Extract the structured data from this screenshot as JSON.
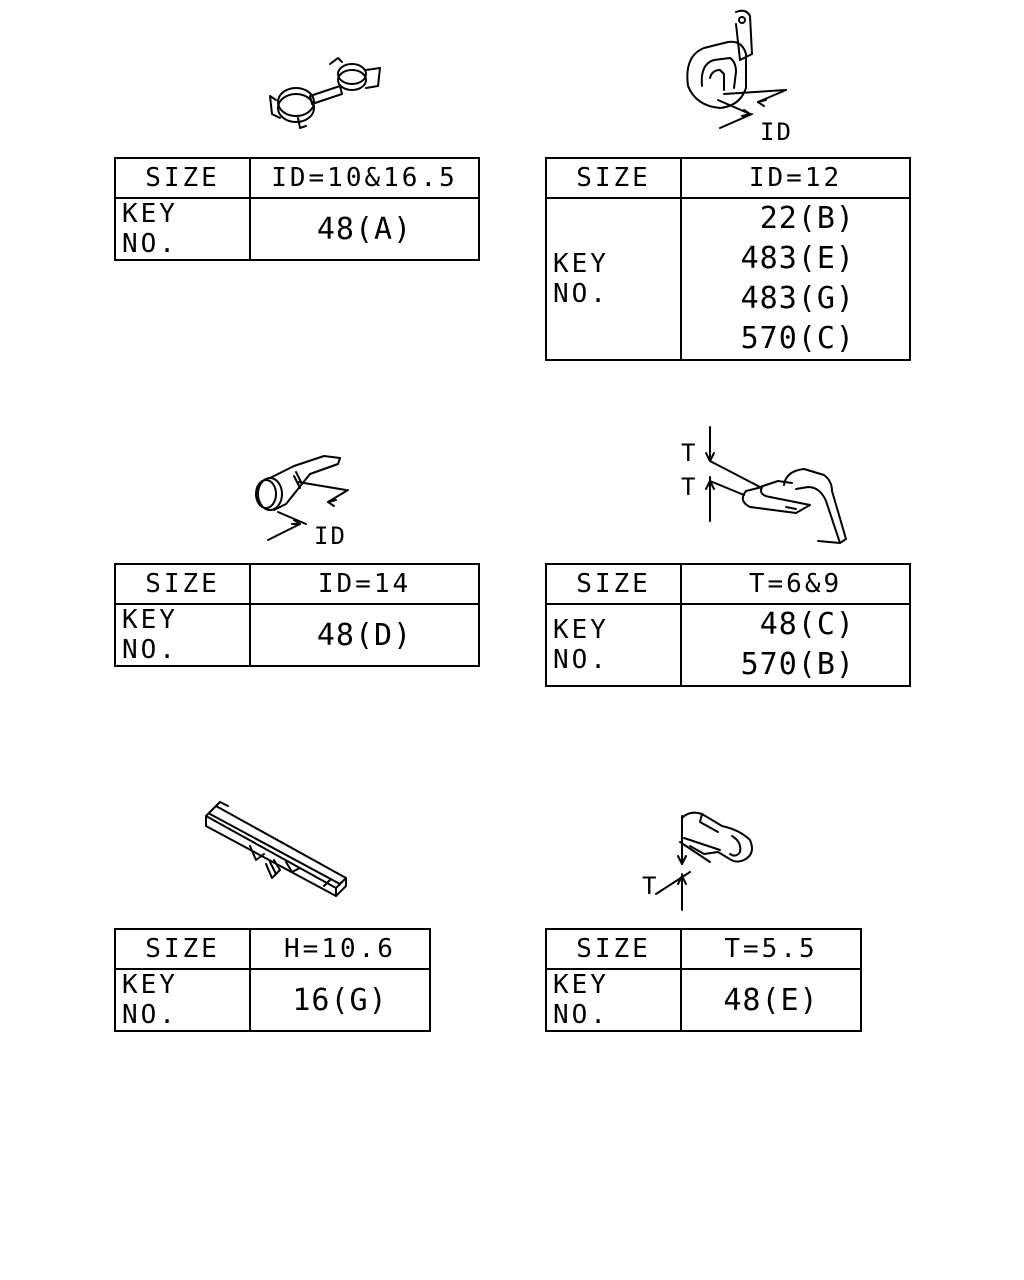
{
  "parts": [
    {
      "size_label": "SIZE",
      "size_value": "ID=10&16.5",
      "key_label": "KEY NO.",
      "keys": [
        "48(A)"
      ]
    },
    {
      "size_label": "SIZE",
      "size_value": "ID=12",
      "key_label": "KEY NO.",
      "keys": [
        "22(B)",
        "483(E)",
        "483(G)",
        "570(C)"
      ]
    },
    {
      "size_label": "SIZE",
      "size_value": "ID=14",
      "key_label": "KEY NO.",
      "keys": [
        "48(D)"
      ]
    },
    {
      "size_label": "SIZE",
      "size_value": "T=6&9",
      "key_label": "KEY NO.",
      "keys": [
        "48(C)",
        "570(B)"
      ]
    },
    {
      "size_label": "SIZE",
      "size_value": "H=10.6",
      "key_label": "KEY NO.",
      "keys": [
        "16(G)"
      ]
    },
    {
      "size_label": "SIZE",
      "size_value": "T=5.5",
      "key_label": "KEY NO.",
      "keys": [
        "48(E)"
      ]
    }
  ],
  "dimension_labels": {
    "id_1": "ID",
    "id_2": "ID",
    "t_1": "T",
    "t_2": "T",
    "t_3": "T"
  }
}
